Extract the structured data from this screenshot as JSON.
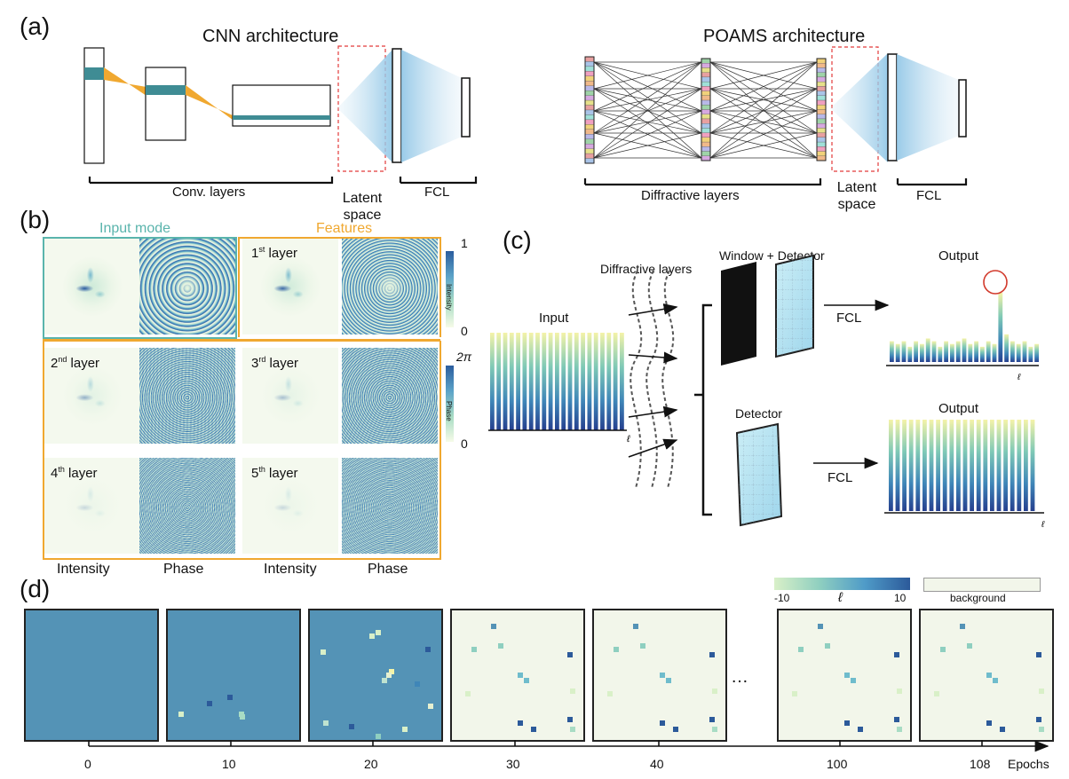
{
  "panels": {
    "a": "(a)",
    "b": "(b)",
    "c": "(c)",
    "d": "(d)"
  },
  "panel_a": {
    "cnn_title": "CNN architecture",
    "poams_title": "POAMS architecture",
    "conv_layers": "Conv. layers",
    "latent_line1": "Latent",
    "latent_line2": "space",
    "fcl": "FCL",
    "diffractive_layers": "Diffractive layers"
  },
  "panel_b": {
    "input_mode": "Input mode",
    "features": "Features",
    "layers": [
      {
        "label": "1",
        "sup": "st",
        "rest": " layer"
      },
      {
        "label": "2",
        "sup": "nd",
        "rest": " layer"
      },
      {
        "label": "3",
        "sup": "rd",
        "rest": " layer"
      },
      {
        "label": "4",
        "sup": "th",
        "rest": " layer"
      },
      {
        "label": "5",
        "sup": "th",
        "rest": " layer"
      }
    ],
    "intensity_bar": {
      "max": "1",
      "min": "0",
      "title": "Intensity"
    },
    "phase_bar": {
      "max": "2π",
      "min": "0",
      "title": "Phase"
    },
    "col_captions": [
      "Intensity",
      "Phase",
      "Intensity",
      "Phase"
    ],
    "colors": {
      "input_frame": "#5ab4ac",
      "feature_frame": "#f0a830"
    }
  },
  "panel_c": {
    "input": "Input",
    "diffractive_layers": "Diffractive layers",
    "window_detector": "Window + Detector",
    "detector": "Detector",
    "fcl": "FCL",
    "output": "Output",
    "axis_symbol": "ℓ",
    "output_top_bars": [
      0.3,
      0.26,
      0.3,
      0.22,
      0.3,
      0.26,
      0.34,
      0.3,
      0.22,
      0.3,
      0.26,
      0.3,
      0.34,
      0.26,
      0.3,
      0.22,
      0.3,
      0.26,
      1.0,
      0.4,
      0.3,
      0.26,
      0.3,
      0.22,
      0.26
    ]
  },
  "panel_d": {
    "epochs": [
      "0",
      "10",
      "20",
      "30",
      "40",
      "100",
      "108"
    ],
    "axis_label": "Epochs",
    "ellipsis": "…",
    "colorbar_min": "-10",
    "colorbar_mid": "ℓ",
    "colorbar_max": "10",
    "background_label": "background",
    "colors": {
      "filled": "#5493b6",
      "background": "#f2f6ea"
    }
  }
}
